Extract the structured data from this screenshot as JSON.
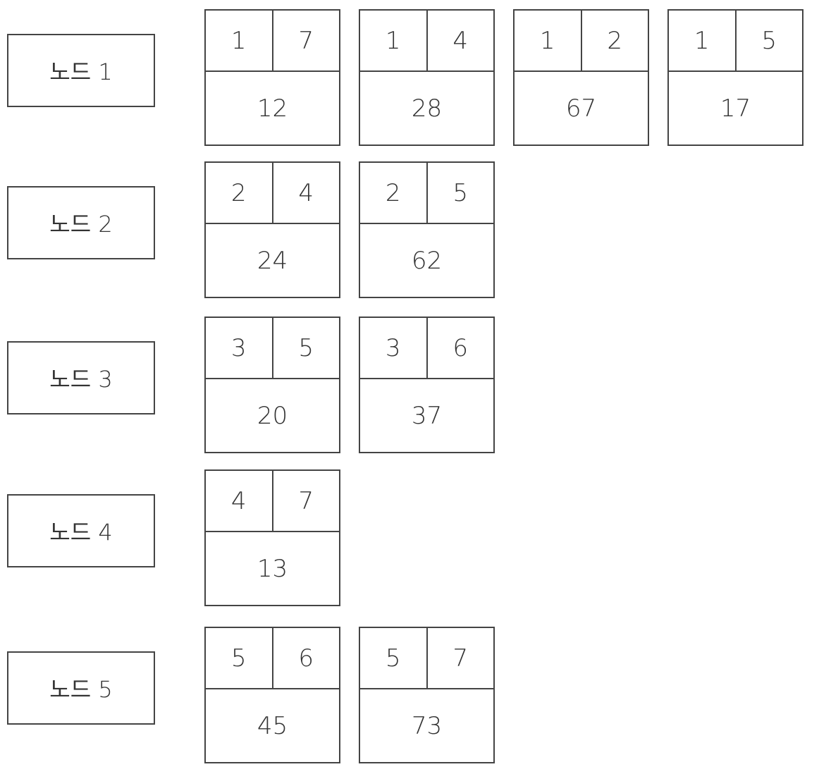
{
  "nodes": [
    {
      "label": "노드 1",
      "edges": [
        {
          "from": "1",
          "to": "7",
          "weight": "12"
        },
        {
          "from": "1",
          "to": "4",
          "weight": "28"
        },
        {
          "from": "1",
          "to": "2",
          "weight": "67"
        },
        {
          "from": "1",
          "to": "5",
          "weight": "17"
        }
      ]
    },
    {
      "label": "노드 2",
      "edges": [
        {
          "from": "2",
          "to": "4",
          "weight": "24"
        },
        {
          "from": "2",
          "to": "5",
          "weight": "62"
        }
      ]
    },
    {
      "label": "노드 3",
      "edges": [
        {
          "from": "3",
          "to": "5",
          "weight": "20"
        },
        {
          "from": "3",
          "to": "6",
          "weight": "37"
        }
      ]
    },
    {
      "label": "노드 4",
      "edges": [
        {
          "from": "4",
          "to": "7",
          "weight": "13"
        }
      ]
    },
    {
      "label": "노드 5",
      "edges": [
        {
          "from": "5",
          "to": "6",
          "weight": "45"
        },
        {
          "from": "5",
          "to": "7",
          "weight": "73"
        }
      ]
    }
  ]
}
